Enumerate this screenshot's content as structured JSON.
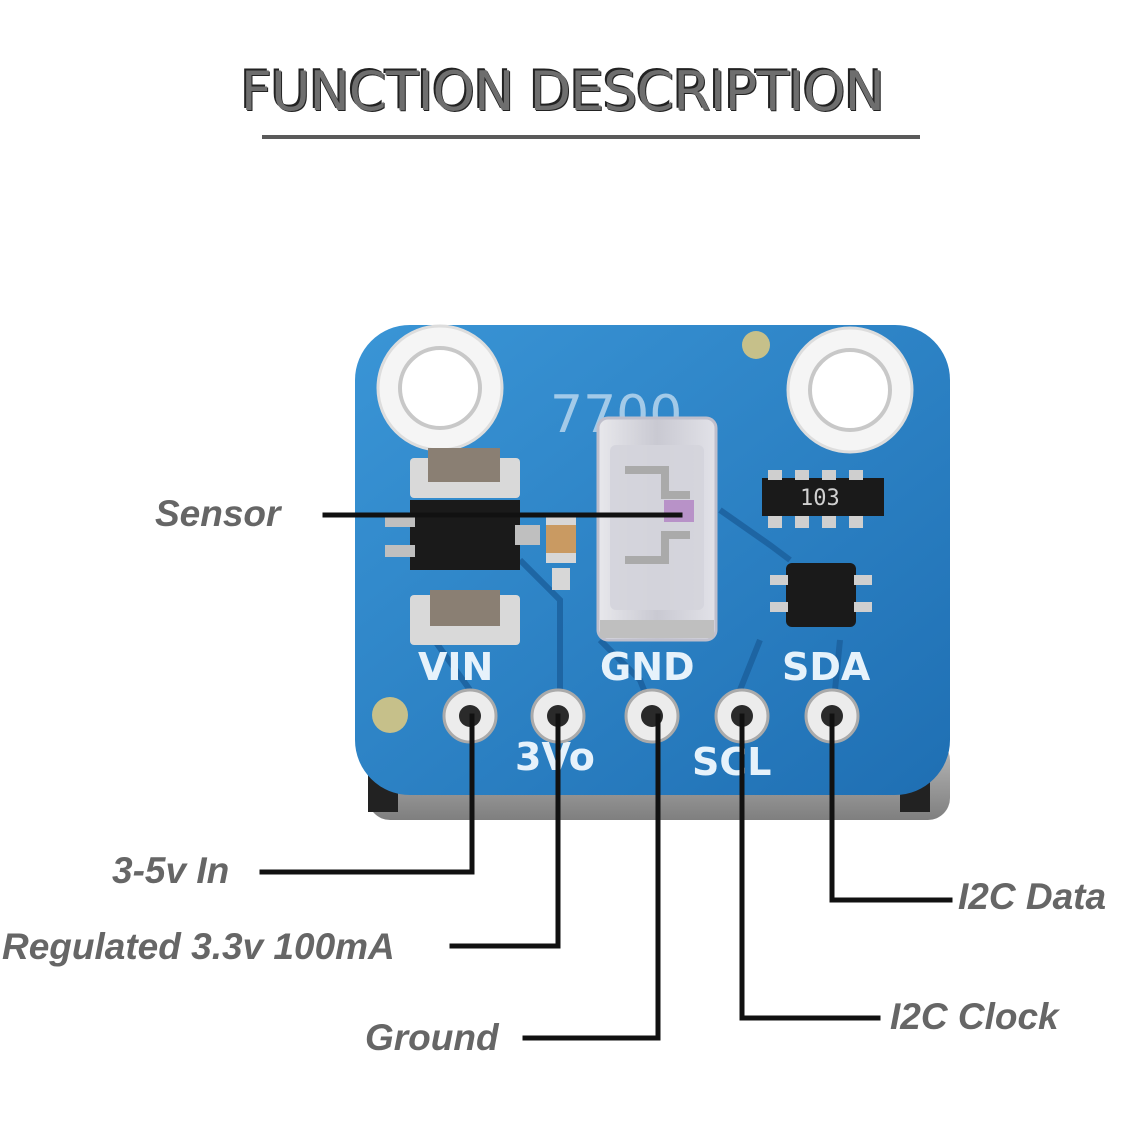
{
  "title": "FUNCTION DESCRIPTION",
  "board": {
    "silkscreen": {
      "chip_marking": "7700",
      "resistor_marking": "103",
      "pin_vin": "VIN",
      "pin_3vo": "3Vo",
      "pin_gnd": "GND",
      "pin_scl": "SCL",
      "pin_sda": "SDA"
    },
    "colors": {
      "pcb": "#2a84c9",
      "pcb_edge": "#9a9a9a",
      "pad": "#e9e9e9",
      "silkscreen": "#e6f2fb",
      "leader": "#111111",
      "label": "#666666"
    }
  },
  "callouts": {
    "sensor": "Sensor",
    "vin": "3-5v In",
    "vout": "Regulated 3.3v 100mA",
    "gnd": "Ground",
    "sda": "I2C Data",
    "scl": "I2C Clock"
  }
}
